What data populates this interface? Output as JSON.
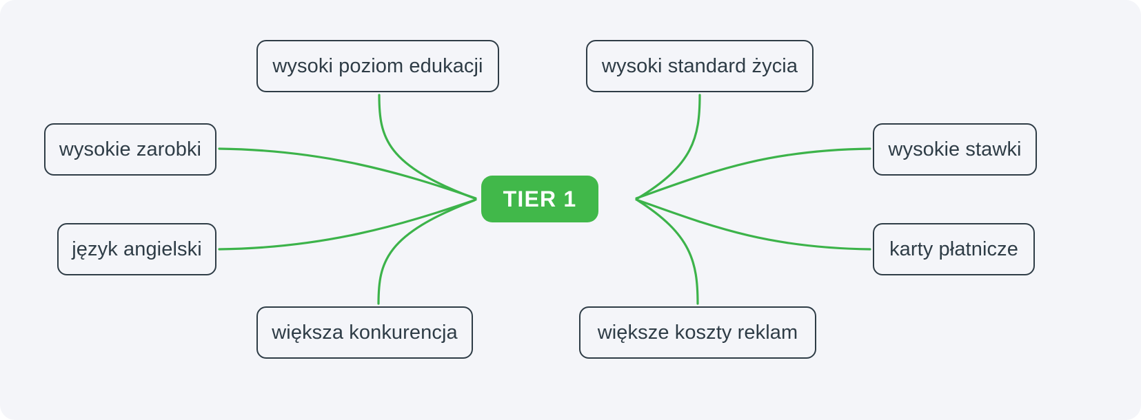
{
  "diagram": {
    "type": "mind-map",
    "language": "pl",
    "background_color": "#f4f5f9",
    "accent_color": "#41b84a",
    "node_border_color": "#2e3c46",
    "node_text_color": "#2e3c46",
    "center": {
      "label": "TIER 1",
      "fill": "#41b84a",
      "text_color": "#ffffff"
    },
    "branches": [
      {
        "id": "top-left",
        "label": "wysoki poziom edukacji",
        "side": "left",
        "position": "top"
      },
      {
        "id": "top-right",
        "label": "wysoki standard życia",
        "side": "right",
        "position": "top"
      },
      {
        "id": "mid-left-up",
        "label": "wysokie zarobki",
        "side": "left",
        "position": "upper-middle"
      },
      {
        "id": "mid-left-down",
        "label": "język angielski",
        "side": "left",
        "position": "lower-middle"
      },
      {
        "id": "mid-right-up",
        "label": "wysokie stawki",
        "side": "right",
        "position": "upper-middle"
      },
      {
        "id": "mid-right-down",
        "label": "karty płatnicze",
        "side": "right",
        "position": "lower-middle"
      },
      {
        "id": "bottom-left",
        "label": "większa konkurencja",
        "side": "left",
        "position": "bottom"
      },
      {
        "id": "bottom-right",
        "label": "większe koszty reklam",
        "side": "right",
        "position": "bottom"
      }
    ]
  }
}
